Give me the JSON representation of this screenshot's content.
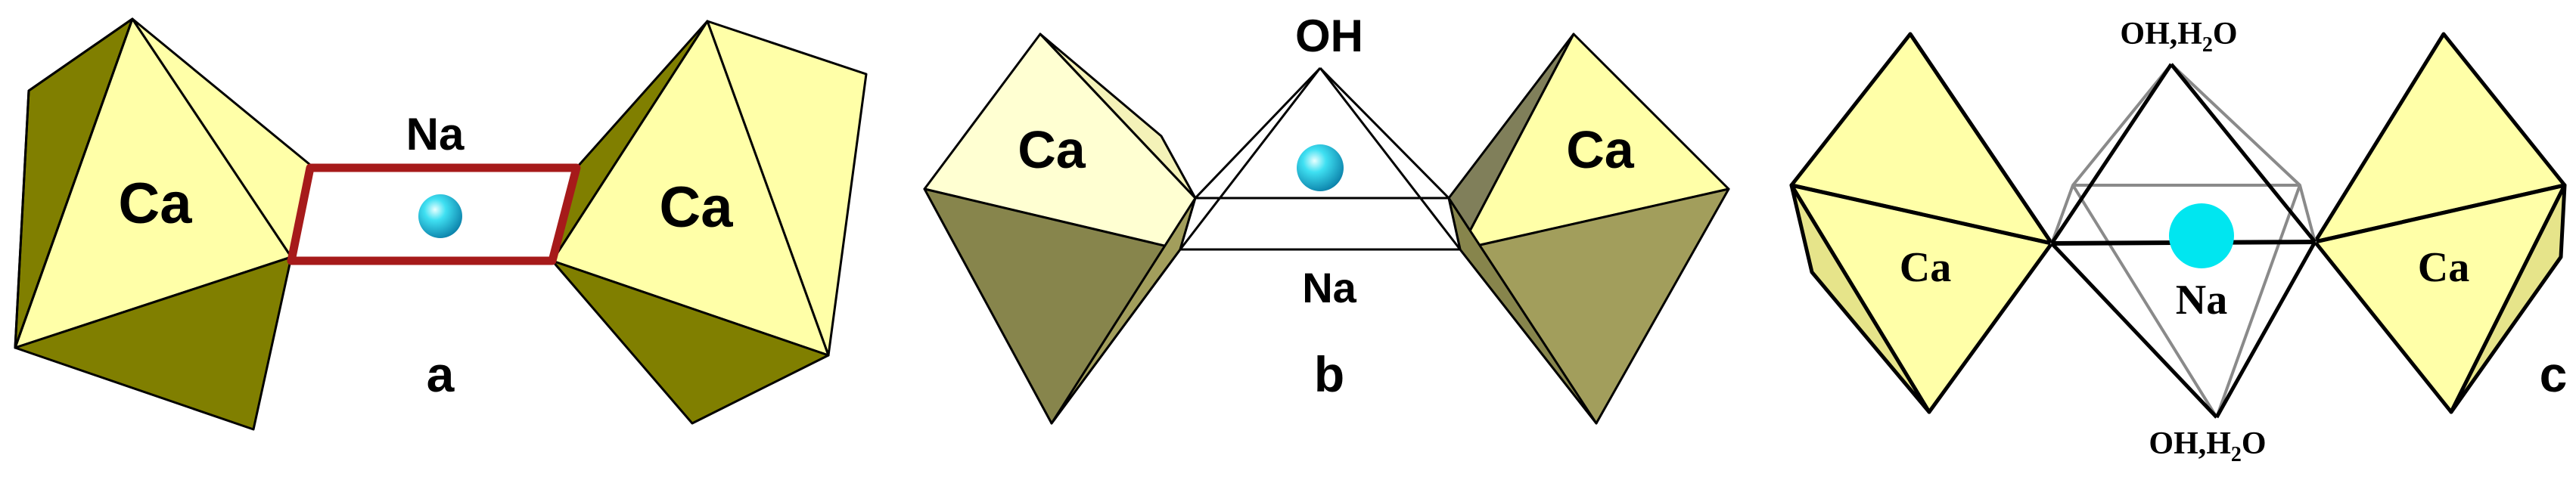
{
  "panels": [
    {
      "id": "a",
      "panel_label": "a",
      "left_polyhedron_label": "Ca",
      "right_polyhedron_label": "Ca",
      "center_label": "Na"
    },
    {
      "id": "b",
      "panel_label": "b",
      "left_polyhedron_label": "Ca",
      "right_polyhedron_label": "Ca",
      "top_label": "OH",
      "bottom_label": "Na"
    },
    {
      "id": "c",
      "panel_label": "c",
      "left_polyhedron_label": "Ca",
      "right_polyhedron_label": "Ca",
      "center_label": "Na",
      "top_label_main": "OH,H",
      "top_label_sub": "2",
      "top_label_end": "O",
      "bottom_label_main": "OH,H",
      "bottom_label_sub": "2",
      "bottom_label_end": "O"
    }
  ],
  "colors": {
    "yellow_light": "#FFFFA8",
    "olive_dark": "#807F00",
    "olive_mid": "#A09E3C",
    "khaki_dark": "#87854C",
    "khaki_mid": "#A29E5C",
    "red_frame": "#A61A1A",
    "cyan_atom": "#19C7E0",
    "cyan_flat": "#00E6F0",
    "edge": "#000000",
    "grey_edge": "#8A8A8A"
  }
}
